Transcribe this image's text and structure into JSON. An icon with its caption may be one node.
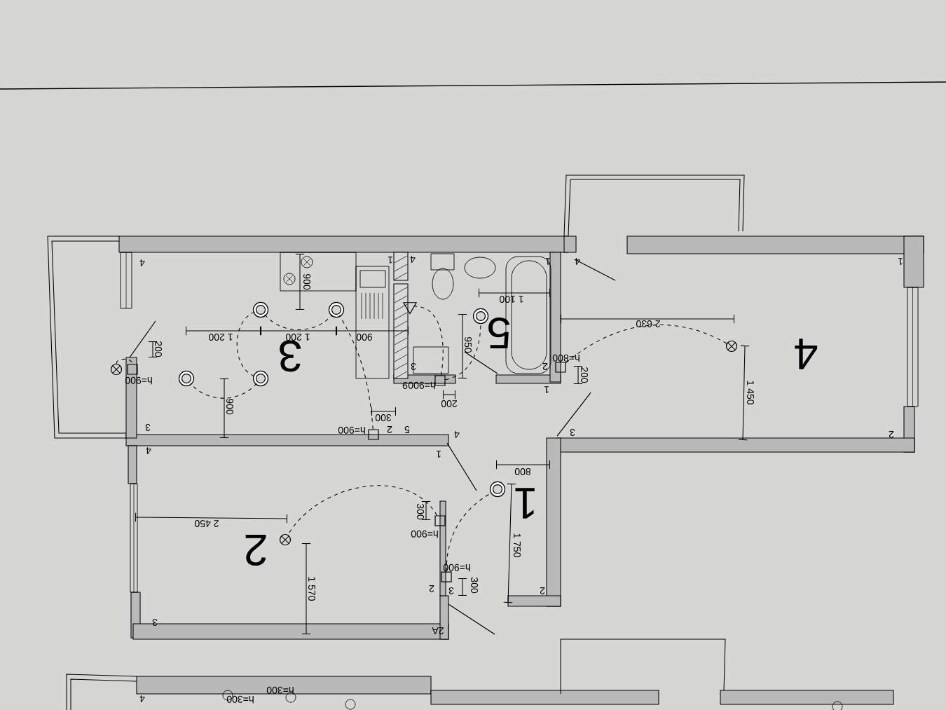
{
  "diagram": {
    "nodes": [
      {
        "text": [],
        "shape": "circle"
      },
      {
        "text": [],
        "shape": "box",
        "beside": [
          "h=900"
        ]
      },
      {
        "text": [],
        "shape": "circle"
      },
      {
        "text": [],
        "shape": "circle"
      },
      {
        "text": [],
        "shape": "circle"
      },
      {
        "text": [],
        "shape": "circle"
      },
      {
        "text": [],
        "shape": "box",
        "beside": [
          "h=900"
        ]
      },
      {
        "text": [],
        "shape": "triangle"
      },
      {
        "text": [],
        "shape": "circle"
      },
      {
        "text": [],
        "shape": "box",
        "beside": [
          "h=900"
        ]
      },
      {
        "text": [],
        "shape": "circle"
      },
      {
        "text": [],
        "shape": "box",
        "beside": [
          "h=800"
        ]
      },
      {
        "text": [],
        "shape": "circle"
      },
      {
        "text": [],
        "shape": "box",
        "beside": [
          "h=900"
        ]
      },
      {
        "text": [],
        "shape": "circle"
      },
      {
        "text": [],
        "shape": "box",
        "beside": [
          "h=900"
        ]
      }
    ],
    "edges": [
      {
        "from": 0,
        "to": 1,
        "arrow": "none",
        "style": "dashed"
      },
      {
        "from": 2,
        "to": 3,
        "arrow": "none",
        "style": "dashed"
      },
      {
        "from": 2,
        "to": 4,
        "arrow": "none",
        "style": "dashed"
      },
      {
        "from": 4,
        "to": 5,
        "arrow": "none",
        "style": "dashed"
      },
      {
        "from": 6,
        "to": 3,
        "arrow": "none",
        "style": "dashed"
      },
      {
        "from": 9,
        "to": 7,
        "arrow": "none",
        "style": "dashed"
      },
      {
        "from": 9,
        "to": 8,
        "arrow": "none",
        "style": "dashed"
      },
      {
        "from": 11,
        "to": 10,
        "arrow": "none",
        "style": "dashed"
      },
      {
        "from": 13,
        "to": 12,
        "arrow": "none",
        "style": "dashed"
      },
      {
        "from": 15,
        "to": 14,
        "arrow": "none",
        "style": "dashed"
      }
    ],
    "labels": [
      "4",
      "1",
      "4",
      "1",
      "4",
      "1",
      "900",
      "1 100",
      "200",
      "1 200",
      "3",
      "1 200",
      "900",
      "3",
      "950",
      "5",
      "2",
      "2 630",
      "4",
      "900",
      "9",
      "200",
      "1",
      "200",
      "1 450",
      "3",
      "300",
      "2",
      "5",
      "4",
      "3",
      "2",
      "4",
      "1",
      "800",
      "2 450",
      "2",
      "300",
      "1 750",
      "1",
      "1 570",
      "2",
      "3",
      "300",
      "2",
      "3",
      "2A",
      "4",
      "h=300",
      "h=300"
    ]
  }
}
